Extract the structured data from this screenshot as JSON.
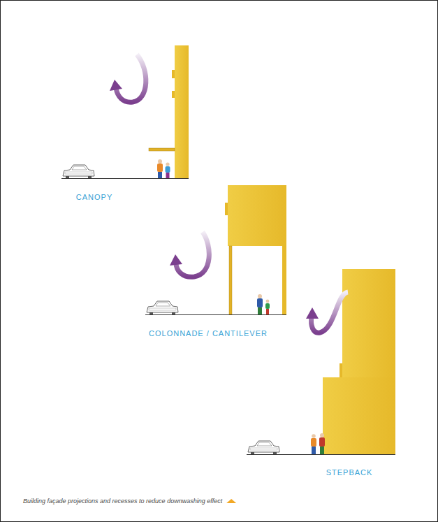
{
  "diagram": {
    "caption": "Building façade projections and recesses to reduce downwashing effect",
    "labels": [
      "CANOPY",
      "COLONNADE / CANTILEVER",
      "STEPBACK"
    ]
  }
}
